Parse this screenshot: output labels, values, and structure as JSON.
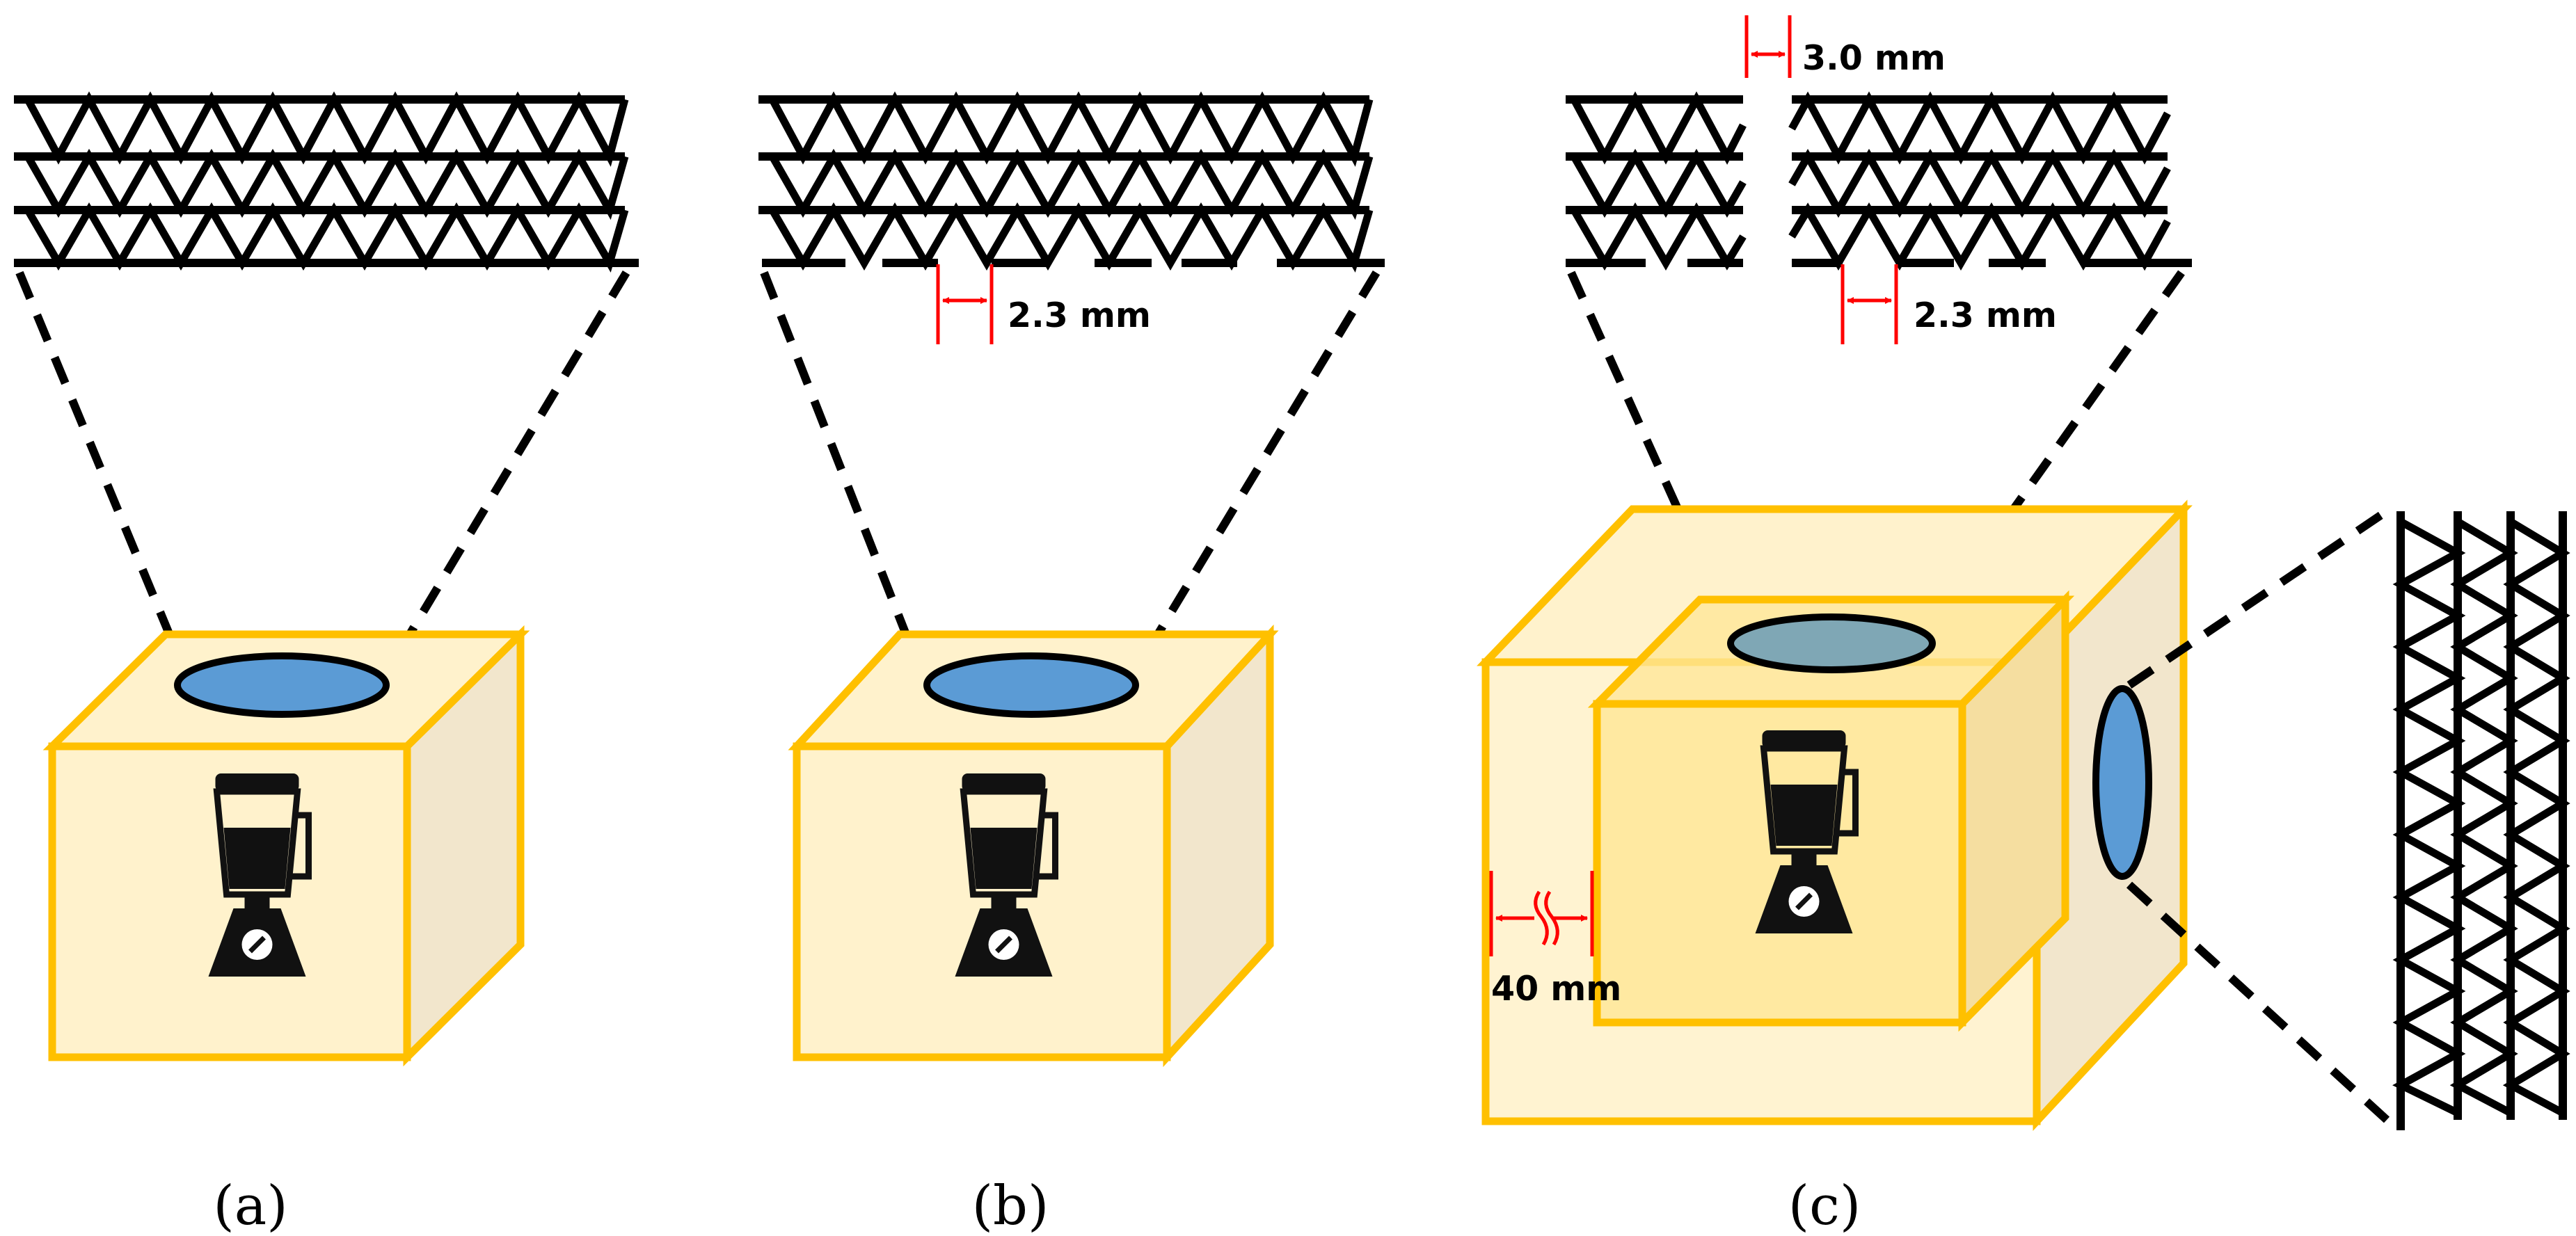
{
  "panels": {
    "a": {
      "label": "(a)"
    },
    "b": {
      "label": "(b)",
      "gap_label": "2.3 mm"
    },
    "c": {
      "label": "(c)",
      "gap_label": "2.3 mm",
      "slot_label": "3.0 mm",
      "wall_label": "40 mm"
    }
  },
  "colors": {
    "box_fill": "#FFF2CC",
    "box_side": "#F2E6CC",
    "box_stroke": "#FFC000",
    "inner_fill": "#FFE699",
    "opening": "#5B9BD5",
    "lattice": "#000000",
    "dimension": "#FF0000",
    "blender": "#111111"
  },
  "icons": {
    "blender": "blender-icon",
    "lattice": "truss-lattice"
  }
}
